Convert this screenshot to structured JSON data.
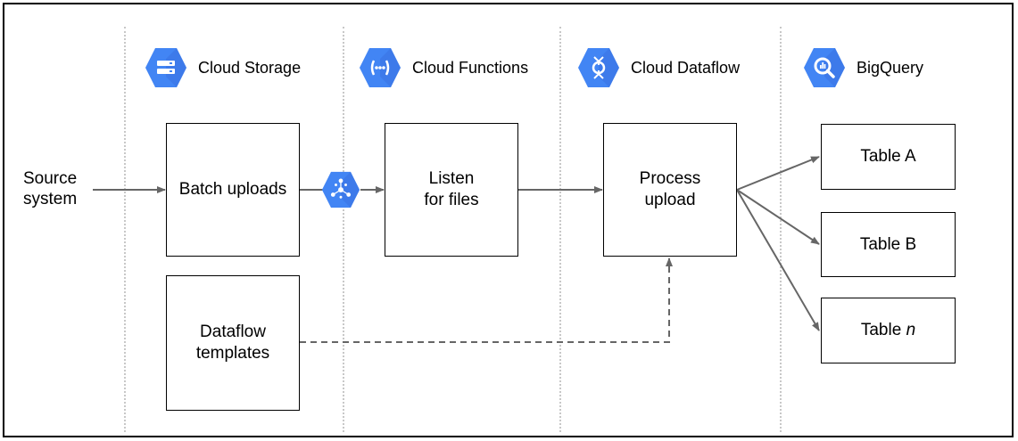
{
  "services": [
    {
      "label": "Cloud Storage",
      "icon": "cloud-storage-icon"
    },
    {
      "label": "Cloud Functions",
      "icon": "cloud-functions-icon"
    },
    {
      "label": "Cloud Dataflow",
      "icon": "cloud-dataflow-icon"
    },
    {
      "label": "BigQuery",
      "icon": "bigquery-icon"
    }
  ],
  "source": {
    "label": "Source\nsystem"
  },
  "boxes": {
    "batch_uploads": "Batch uploads",
    "dataflow_templates": "Dataflow\ntemplates",
    "listen_for_files": "Listen\nfor files",
    "process_upload": "Process\nupload",
    "table_a": "Table A",
    "table_b": "Table B",
    "table_n_prefix": "Table ",
    "table_n_italic": "n"
  },
  "colors": {
    "hex_blue": "#4285F4",
    "hex_shadow": "#3367D6",
    "arrow": "#666666",
    "divider": "#c8c8c8"
  },
  "inline_icon": "pubsub-icon"
}
